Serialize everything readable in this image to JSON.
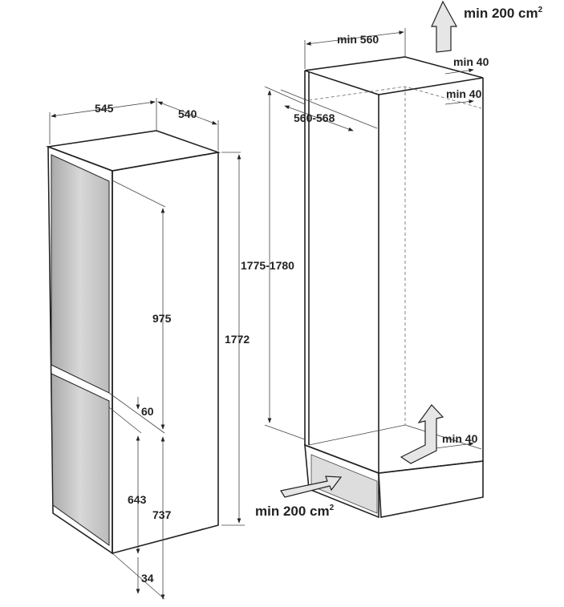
{
  "appliance": {
    "width": "545",
    "depth": "540",
    "height": "1772",
    "upper_section": "975",
    "gap": "60",
    "lower_door": "643",
    "lower_section": "737",
    "base": "34"
  },
  "niche": {
    "min_width": "min 560",
    "depth": "560-568",
    "height": "1775-1780",
    "top_clearance_rear": "min 40",
    "top_clearance_front": "min 40",
    "bottom_clearance": "min 40",
    "vent_top": "min 200 cm",
    "vent_bottom": "min 200 cm",
    "superscript": "2"
  },
  "colors": {
    "line": "#222222",
    "door_fill": "#c8c8c8",
    "arrow_fill": "#e6e6e6"
  }
}
